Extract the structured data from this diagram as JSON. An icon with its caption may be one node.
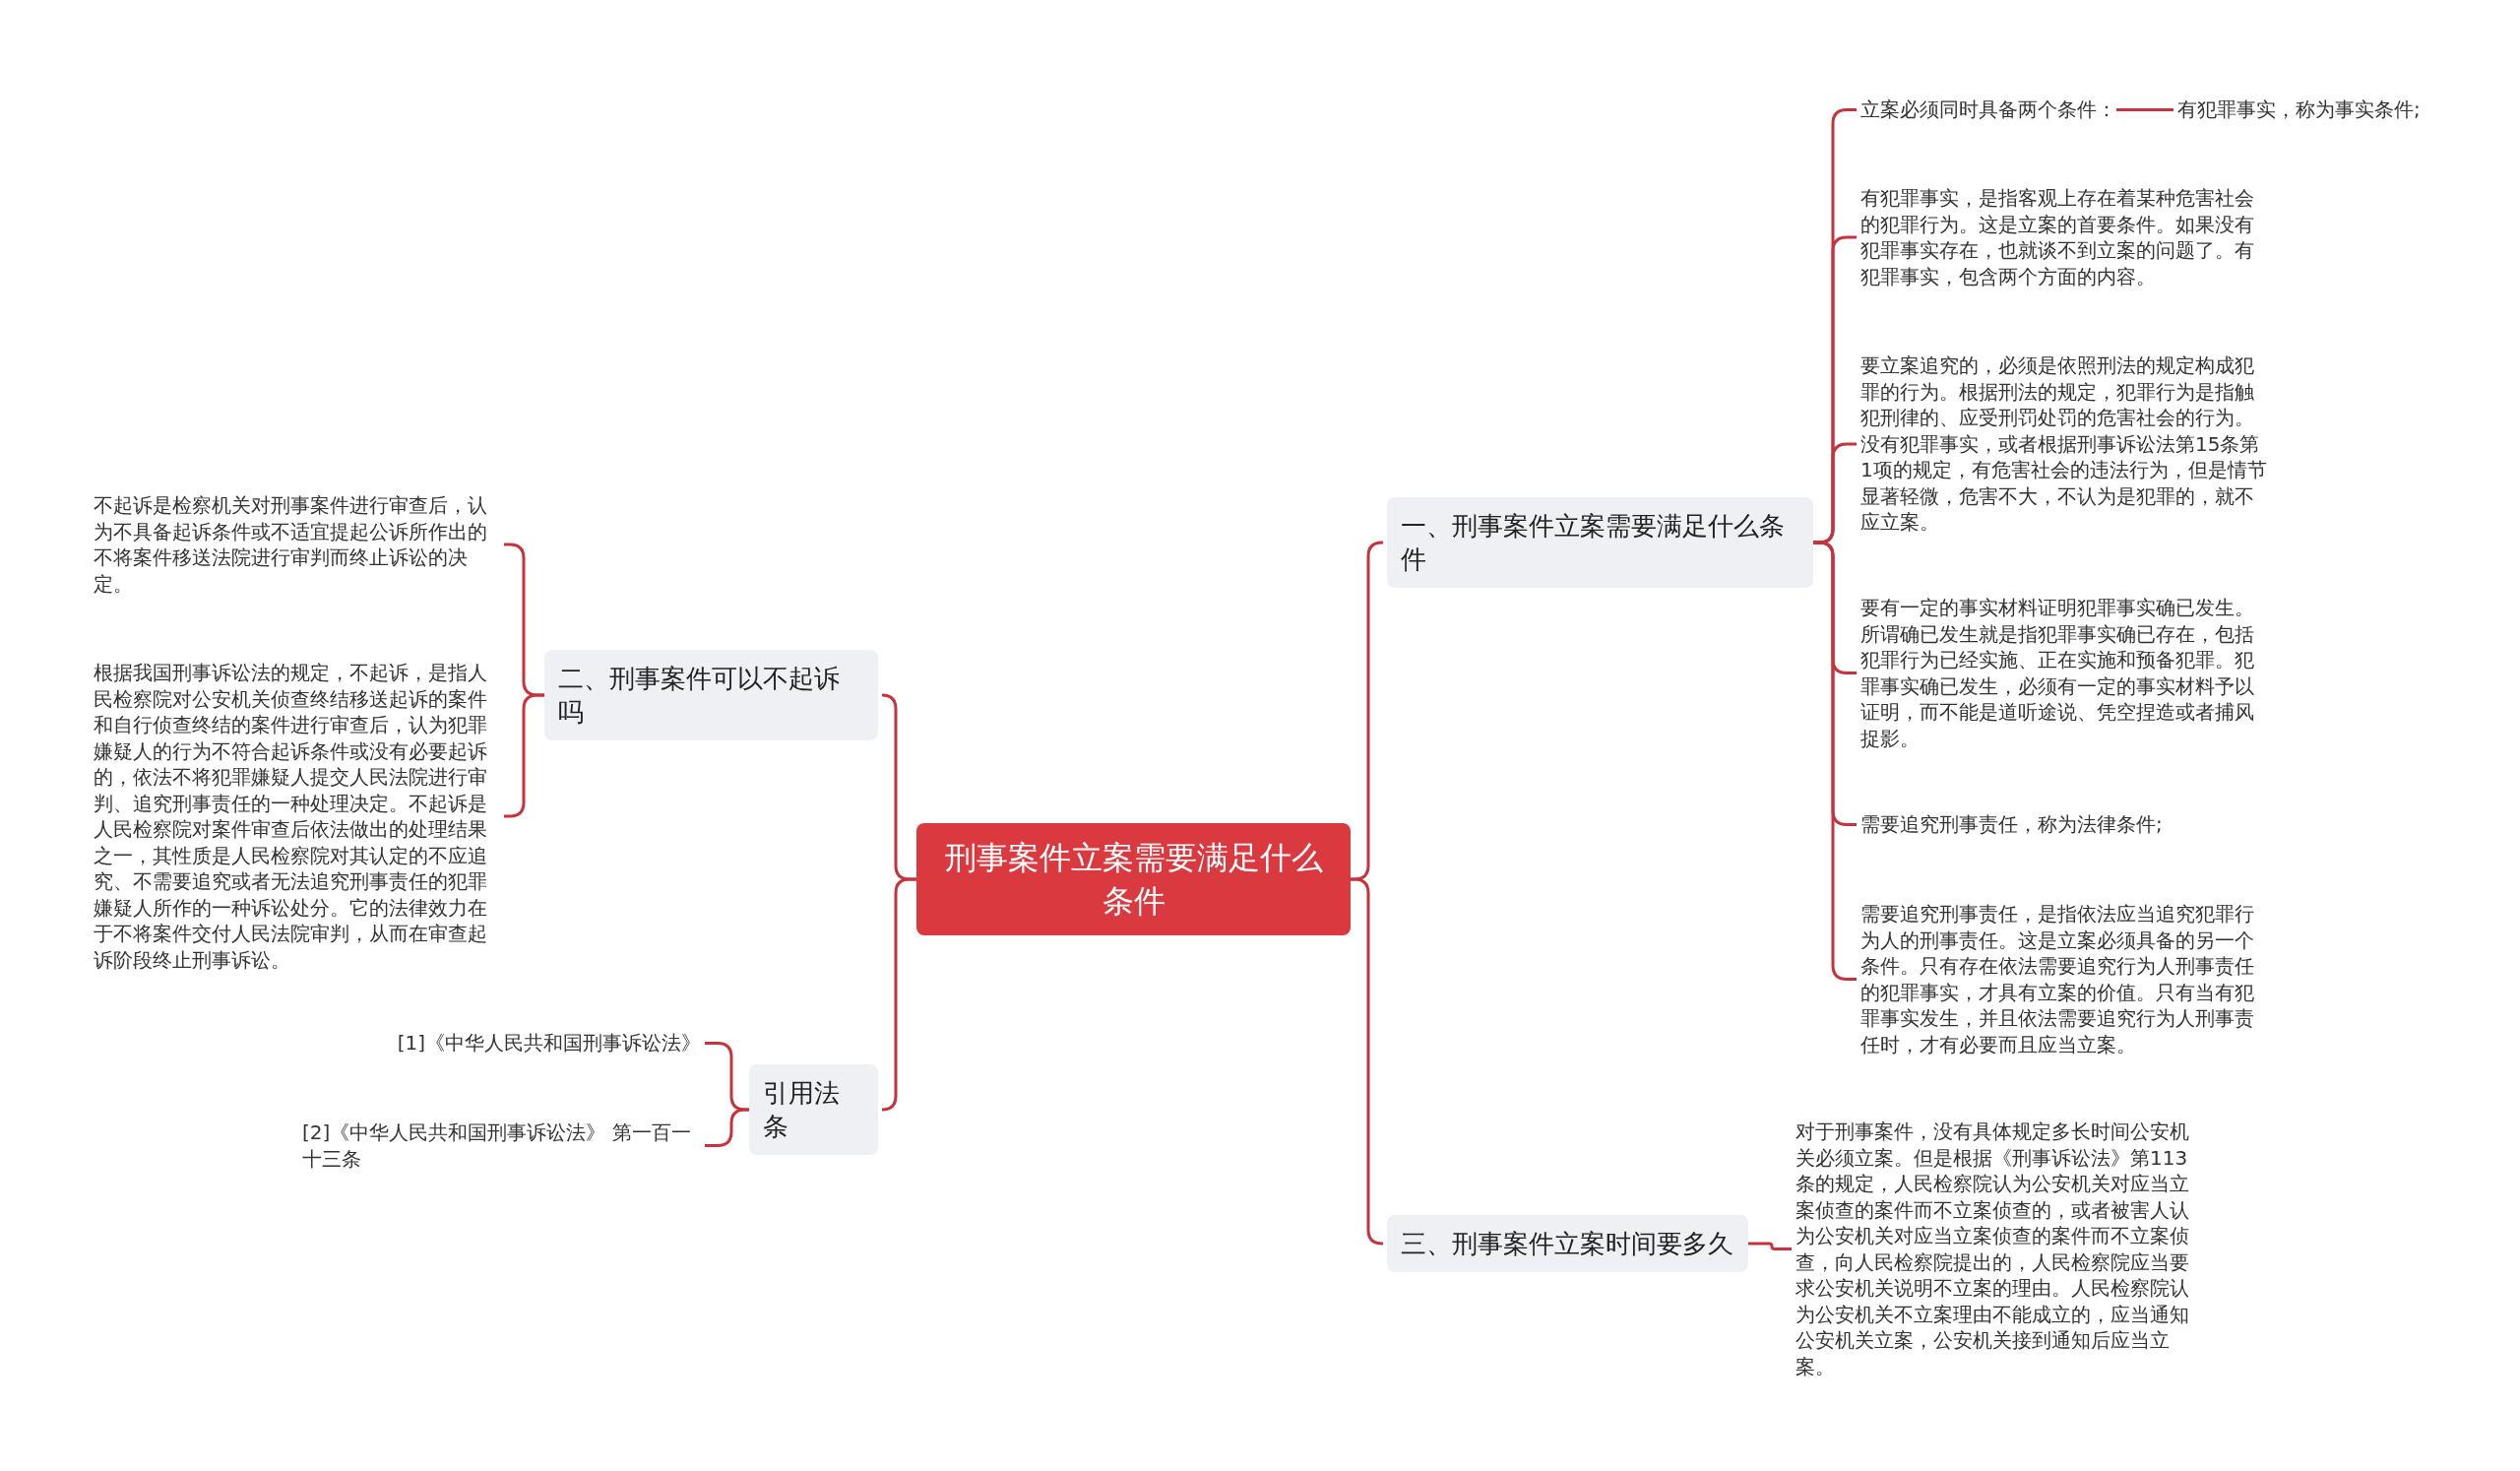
{
  "diagram": {
    "nodes": [
      {
        "text": [
          "刑事案件立案需要满足什么条件"
        ]
      },
      {
        "text": [
          "一、刑事案件立案需要满足什么条件"
        ]
      },
      {
        "text": [
          "立案必须同时具备两个条件："
        ]
      },
      {
        "text": [
          "有犯罪事实，称为事实条件;"
        ]
      },
      {
        "text": [
          "有犯罪事实，是指客观上存在着某种危害社会的犯罪行为。这是立案的首要条件。如果没有犯罪事实存在，也就谈不到立案的问题了。有犯罪事实，包含两个方面的内容。"
        ]
      },
      {
        "text": [
          "要立案追究的，必须是依照刑法的规定构成犯罪的行为。根据刑法的规定，犯罪行为是指触犯刑律的、应受刑罚处罚的危害社会的行为。没有犯罪事实，或者根据刑事诉讼法第15条第1项的规定，有危害社会的违法行为，但是情节显著轻微，危害不大，不认为是犯罪的，就不应立案。"
        ]
      },
      {
        "text": [
          "要有一定的事实材料证明犯罪事实确已发生。所谓确已发生就是指犯罪事实确已存在，包括犯罪行为已经实施、正在实施和预备犯罪。犯罪事实确已发生，必须有一定的事实材料予以证明，而不能是道听途说、凭空捏造或者捕风捉影。"
        ]
      },
      {
        "text": [
          "需要追究刑事责任，称为法律条件;"
        ]
      },
      {
        "text": [
          "需要追究刑事责任，是指依法应当追究犯罪行为人的刑事责任。这是立案必须具备的另一个条件。只有存在依法需要追究行为人刑事责任的犯罪事实，才具有立案的价值。只有当有犯罪事实发生，并且依法需要追究行为人刑事责任时，才有必要而且应当立案。"
        ]
      },
      {
        "text": [
          "二、刑事案件可以不起诉吗"
        ]
      },
      {
        "text": [
          "不起诉是检察机关对刑事案件进行审查后，认为不具备起诉条件或不适宜提起公诉所作出的不将案件移送法院进行审判而终止诉讼的决定。"
        ]
      },
      {
        "text": [
          "根据我国刑事诉讼法的规定，不起诉，是指人民检察院对公安机关侦查终结移送起诉的案件和自行侦查终结的案件进行审查后，认为犯罪嫌疑人的行为不符合起诉条件或没有必要起诉的，依法不将犯罪嫌疑人提交人民法院进行审判、追究刑事责任的一种处理决定。不起诉是人民检察院对案件审查后依法做出的处理结果之一，其性质是人民检察院对其认定的不应追究、不需要追究或者无法追究刑事责任的犯罪嫌疑人所作的一种诉讼处分。它的法律效力在于不将案件交付人民法院审判，从而在审查起诉阶段终止刑事诉讼。"
        ]
      },
      {
        "text": [
          "引用法条"
        ]
      },
      {
        "text": [
          "[1]《中华人民共和国刑事诉讼法》"
        ]
      },
      {
        "text": [
          "[2]《中华人民共和国刑事诉讼法》 第一百一十三条"
        ]
      },
      {
        "text": [
          "三、刑事案件立案时间要多久"
        ]
      },
      {
        "text": [
          "对于刑事案件，没有具体规定多长时间公安机关必须立案。但是根据《刑事诉讼法》第113条的规定，人民检察院认为公安机关对应当立案侦查的案件而不立案侦查的，或者被害人认为公安机关对应当立案侦查的案件而不立案侦查，向人民检察院提出的，人民检察院应当要求公安机关说明不立案的理由。人民检察院认为公安机关不立案理由不能成立的，应当通知公安机关立案，公安机关接到通知后应当立案。"
        ]
      }
    ],
    "edges": [
      {
        "from": 0,
        "to": 1,
        "arrow": "none"
      },
      {
        "from": 0,
        "to": 9,
        "arrow": "none"
      },
      {
        "from": 0,
        "to": 12,
        "arrow": "none"
      },
      {
        "from": 0,
        "to": 15,
        "arrow": "none"
      },
      {
        "from": 1,
        "to": 2,
        "arrow": "none"
      },
      {
        "from": 2,
        "to": 3,
        "arrow": "none"
      },
      {
        "from": 1,
        "to": 4,
        "arrow": "none"
      },
      {
        "from": 1,
        "to": 5,
        "arrow": "none"
      },
      {
        "from": 1,
        "to": 6,
        "arrow": "none"
      },
      {
        "from": 1,
        "to": 7,
        "arrow": "none"
      },
      {
        "from": 1,
        "to": 8,
        "arrow": "none"
      },
      {
        "from": 9,
        "to": 10,
        "arrow": "none"
      },
      {
        "from": 9,
        "to": 11,
        "arrow": "none"
      },
      {
        "from": 12,
        "to": 13,
        "arrow": "none"
      },
      {
        "from": 12,
        "to": 14,
        "arrow": "none"
      },
      {
        "from": 15,
        "to": 16,
        "arrow": "none"
      }
    ]
  }
}
